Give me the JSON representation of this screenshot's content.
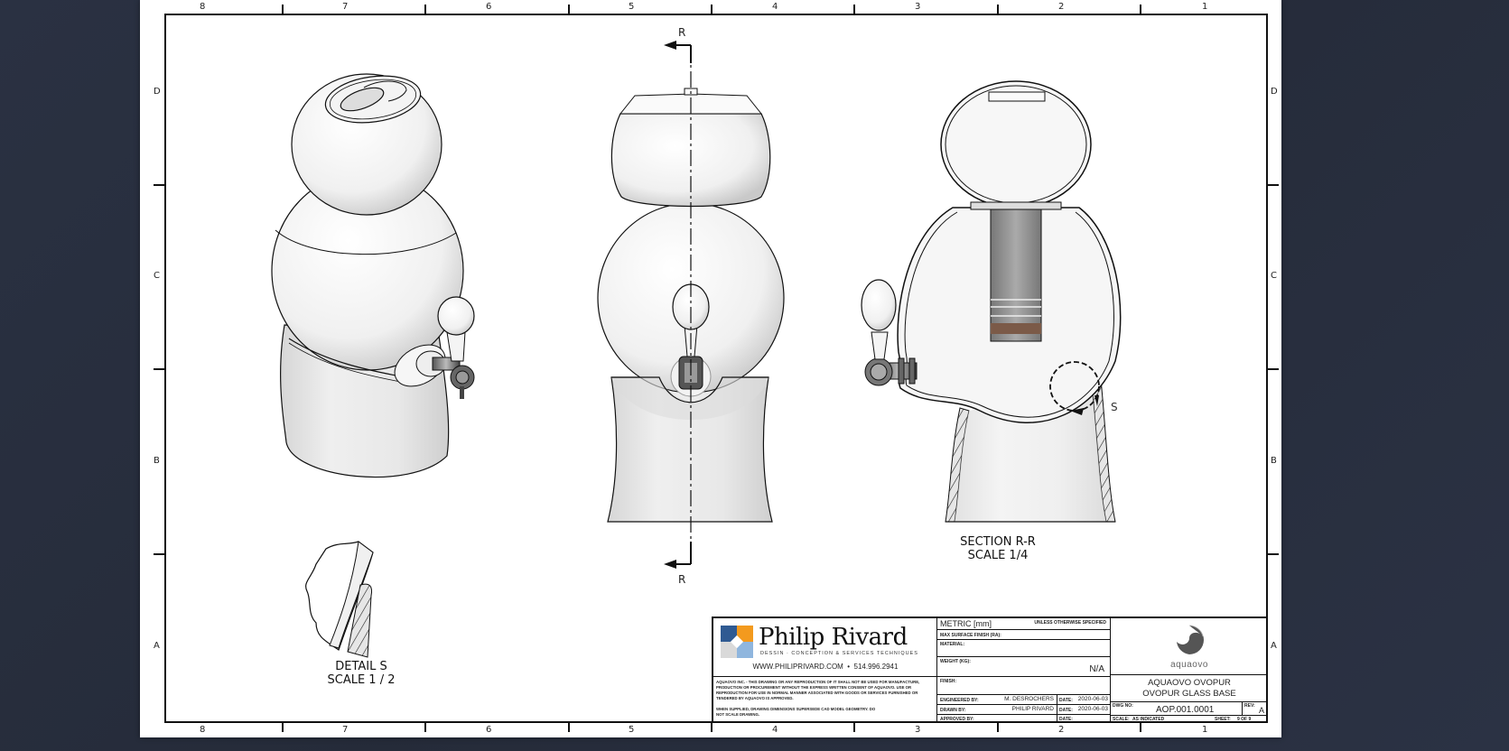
{
  "sheet": {
    "columns": [
      "8",
      "7",
      "6",
      "5",
      "4",
      "3",
      "2",
      "1"
    ],
    "rows": [
      "D",
      "C",
      "B",
      "A"
    ]
  },
  "views": {
    "section_marker": "R",
    "section_label": "SECTION R-R",
    "section_scale": "SCALE 1/4",
    "detail_marker": "S",
    "detail_label": "DETAIL  S",
    "detail_scale": "SCALE 1 / 2"
  },
  "title_block": {
    "company": {
      "name": "Philip Rivard",
      "tagline": "DESSIN · CONCEPTION & SERVICES TECHNIQUES",
      "contact": "WWW.PHILIPRIVARD.COM  •  514.996.2941",
      "logo_colors": [
        "#2f5a92",
        "#f39a1e",
        "#d9d9d9",
        "#8fb6de"
      ]
    },
    "notice": "AQUAOVO INC. - THIS DRAWING OR ANY REPRODUCTION OF IT SHALL NOT BE USED FOR MANUFACTURE, PRODUCTION OR PROCUREMENT WITHOUT THE EXPRESS WRITTEN CONSENT OF AQUAOVO. USE OR REPRODUCTION FOR USE IN NORMAL MANNER ASSOCIATED WITH GOODS OR SERVICES FURNISHED OR TENDERED BY AQUAOVO IS APPROVED.",
    "notice2": "WHEN SUPPLIED, DRAWING DIMENSIONS SUPERSEDE CAD MODEL GEOMETRY. DO NOT SCALE DRAWING.",
    "units": "METRIC [mm]",
    "unless": "UNLESS OTHERWISE SPECIFIED",
    "surface_finish_label": "MAX SURFACE FINISH (Ra):",
    "material_label": "MATERIAL:",
    "weight_label": "WEIGHT (Kg):",
    "weight_value": "N/A",
    "finish_label": "FINISH:",
    "engineered_by_label": "ENGINEERED BY:",
    "engineered_by": "M. DESROCHERS",
    "drawn_by_label": "DRAWN BY:",
    "drawn_by": "PHILIP RIVARD",
    "approved_by_label": "APPROVED BY:",
    "date_label": "DATE:",
    "engineered_date": "2020-06-03",
    "drawn_date": "2020-06-03",
    "client_logo_text": "aquaovo",
    "title_line1": "AQUAOVO OVOPUR",
    "title_line2": "OVOPUR GLASS BASE",
    "dwg_no_label": "DWG NO:",
    "dwg_no": "AOP.001.0001",
    "rev_label": "REV:",
    "rev": "A",
    "scale_label": "SCALE:",
    "scale": "AS INDICATED",
    "sheet_label": "SHEET:",
    "sheet": "9 OF 9"
  }
}
